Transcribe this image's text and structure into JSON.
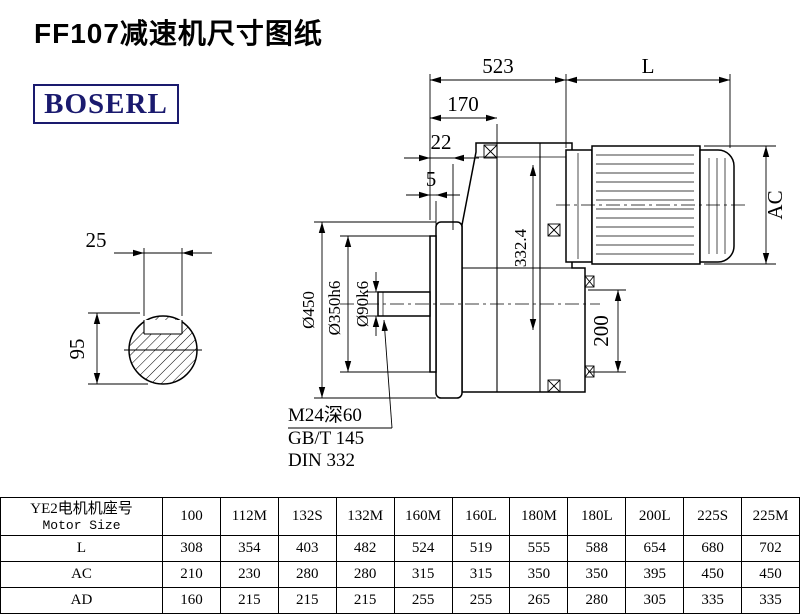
{
  "page": {
    "title": "FF107减速机尺寸图纸",
    "brand": "BOSERL"
  },
  "drawing": {
    "dims": {
      "total_length": "523",
      "motor_length": "L",
      "flange_to_face": "170",
      "step_22": "22",
      "step_5": "5",
      "key_width": "25",
      "key_height": "95",
      "flange_od": "Ø450",
      "spigot_dia": "Ø350h6",
      "shaft_dia": "Ø90k6",
      "center_height": "332.4",
      "output_width": "200",
      "motor_od": "AC"
    },
    "notes": {
      "tap": "M24深60",
      "std1": "GB/T 145",
      "std2": "DIN 332"
    }
  },
  "table": {
    "header_cn": "YE2电机机座号",
    "header_en": "Motor Size",
    "columns": [
      "100",
      "112M",
      "132S",
      "132M",
      "160M",
      "160L",
      "180M",
      "180L",
      "200L",
      "225S",
      "225M"
    ],
    "rows": [
      {
        "label": "L",
        "values": [
          "308",
          "354",
          "403",
          "482",
          "524",
          "519",
          "555",
          "588",
          "654",
          "680",
          "702"
        ]
      },
      {
        "label": "AC",
        "values": [
          "210",
          "230",
          "280",
          "280",
          "315",
          "315",
          "350",
          "350",
          "395",
          "450",
          "450"
        ]
      },
      {
        "label": "AD",
        "values": [
          "160",
          "215",
          "215",
          "215",
          "255",
          "255",
          "265",
          "280",
          "305",
          "335",
          "335"
        ]
      }
    ]
  }
}
